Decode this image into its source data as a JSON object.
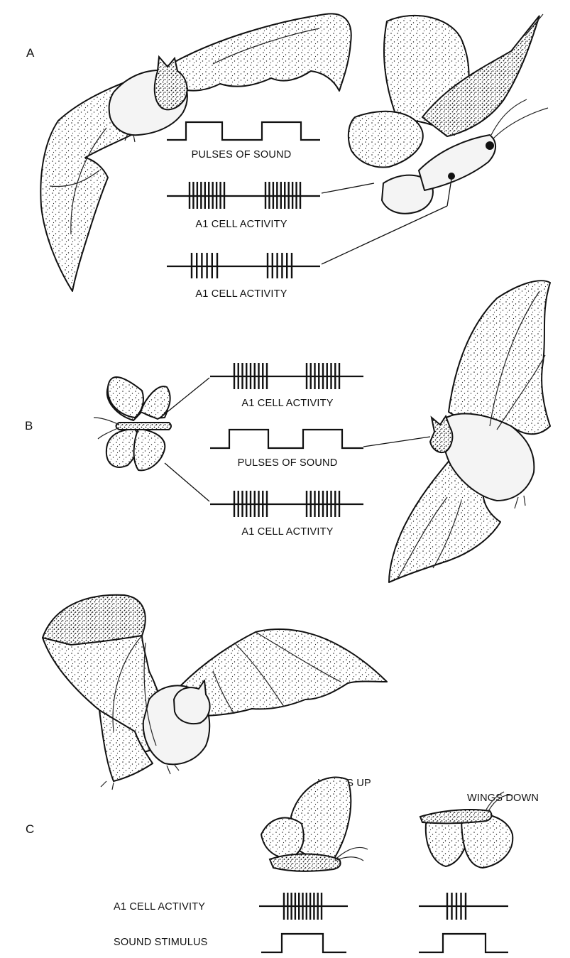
{
  "panels": {
    "a": {
      "letter": "A",
      "sound_label": "PULSES OF SOUND",
      "activity_label_1": "A1 CELL ACTIVITY",
      "activity_label_2": "A1 CELL ACTIVITY",
      "sound_pulses": 2,
      "spikes_per_burst_trace_1": 10,
      "spikes_per_burst_trace_2": 6
    },
    "b": {
      "letter": "B",
      "activity_label_1": "A1 CELL ACTIVITY",
      "sound_label": "PULSES OF SOUND",
      "activity_label_2": "A1 CELL ACTIVITY",
      "sound_pulses": 2,
      "spikes_per_burst_trace_1": 9,
      "spikes_per_burst_trace_2": 9
    },
    "c": {
      "letter": "C",
      "wings_up_label": "WINGS UP",
      "wings_down_label": "WINGS DOWN",
      "activity_row_label": "A1 CELL ACTIVITY",
      "stimulus_row_label": "SOUND STIMULUS",
      "spikes_wings_up": 11,
      "spikes_wings_down": 5
    }
  },
  "colors": {
    "ink": "#111111",
    "paper": "#ffffff"
  }
}
